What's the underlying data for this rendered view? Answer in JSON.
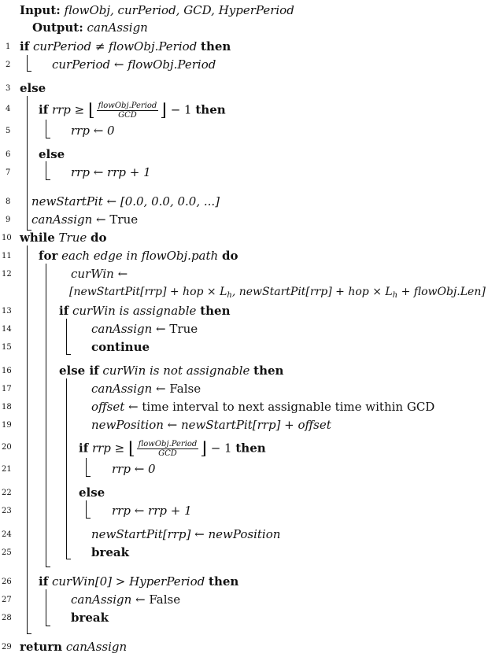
{
  "header": {
    "input_label": "Input:",
    "input_vars": "flowObj, curPeriod, GCD, HyperPeriod",
    "output_label": "Output:",
    "output_vars": "canAssign"
  },
  "lines": [
    {
      "n": "1"
    },
    {
      "n": "2"
    },
    {
      "n": "3"
    },
    {
      "n": "4"
    },
    {
      "n": "5"
    },
    {
      "n": "6"
    },
    {
      "n": "7"
    },
    {
      "n": "8"
    },
    {
      "n": "9"
    },
    {
      "n": "10"
    },
    {
      "n": "11"
    },
    {
      "n": "12"
    },
    {
      "n": "13"
    },
    {
      "n": "14"
    },
    {
      "n": "15"
    },
    {
      "n": "16"
    },
    {
      "n": "17"
    },
    {
      "n": "18"
    },
    {
      "n": "19"
    },
    {
      "n": "20"
    },
    {
      "n": "21"
    },
    {
      "n": "22"
    },
    {
      "n": "23"
    },
    {
      "n": "24"
    },
    {
      "n": "25"
    },
    {
      "n": "26"
    },
    {
      "n": "27"
    },
    {
      "n": "28"
    },
    {
      "n": "29"
    }
  ],
  "kw": {
    "if": "if",
    "then": "then",
    "else": "else",
    "while": "while",
    "do": "do",
    "for": "for",
    "else_if": "else if",
    "continue": "continue",
    "break": "break",
    "return": "return"
  },
  "text": {
    "l1_cond": "curPeriod ≠ flowObj.Period",
    "l2": "curPeriod ← flowObj.Period",
    "l4_pre": "rrp ≥",
    "frac_num": "flowObj.Period",
    "frac_den": "GCD",
    "l4_post": "− 1",
    "l5": "rrp ← 0",
    "l7": "rrp ← rrp + 1",
    "l8": "newStartPit ← [0.0, 0.0, 0.0, ...]",
    "l9_lhs": "canAssign ←",
    "true_val": "True",
    "false_val": "False",
    "l10_cond": "True",
    "l11_cond": "each edge in flowObj.path",
    "l12a": "curWin ←",
    "l12b_1": "[newStartPit[rrp] + hop × L",
    "l12b_sub": "h",
    "l12b_2": ", newStartPit[rrp] + hop × L",
    "l12b_3": " + flowObj.Len]",
    "l13_cond": "curWin is assignable",
    "l16_cond": "curWin is not assignable",
    "l18_lhs": "offset ←",
    "l18_rhs": "time interval to next assignable time within GCD",
    "l19": "newPosition ← newStartPit[rrp] + offset",
    "l24": "newStartPit[rrp] ← newPosition",
    "l26_cond": "curWin[0] > HyperPeriod",
    "l29": "canAssign"
  }
}
